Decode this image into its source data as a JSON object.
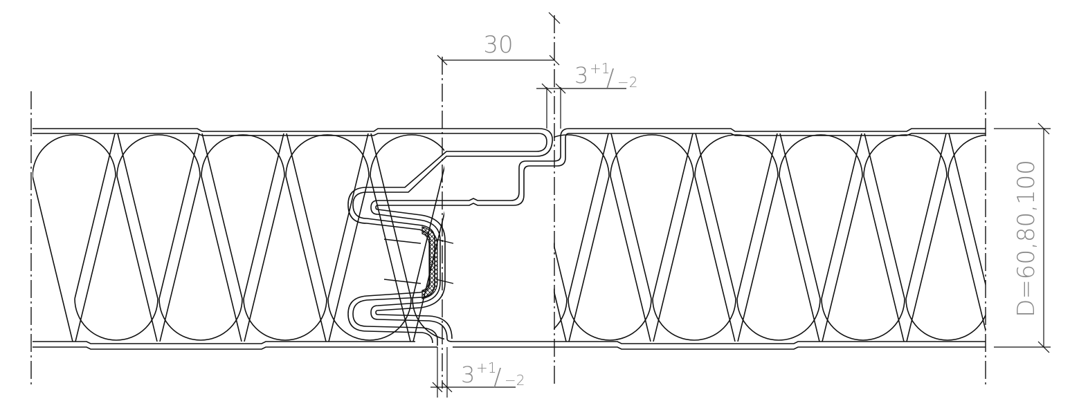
{
  "dimensions": {
    "joint_width": "30",
    "top_gap_main": "3",
    "top_gap_plus": "+1",
    "top_gap_slash": "/",
    "top_gap_minus": "−2",
    "bottom_gap_main": "3",
    "bottom_gap_plus": "+1",
    "bottom_gap_slash": "/",
    "bottom_gap_minus": "−2",
    "thickness": "D=60,80,100"
  },
  "colors": {
    "line": "#1a1a1a",
    "dimension": "#888888"
  }
}
